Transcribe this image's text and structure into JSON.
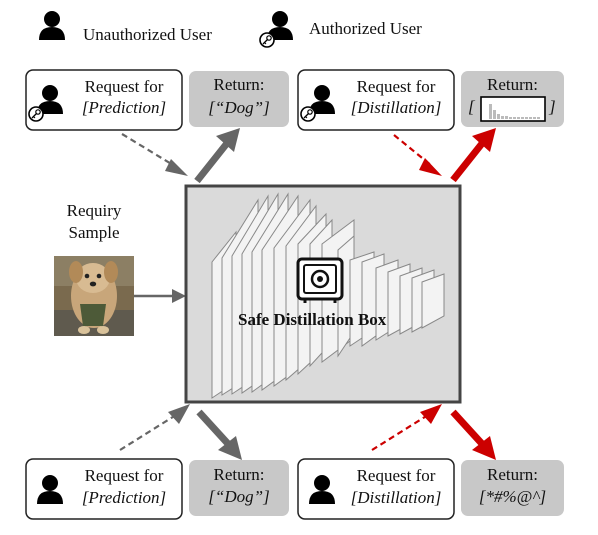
{
  "legend": {
    "unauthorized_label": "Unauthorized User",
    "authorized_label": "Authorized User"
  },
  "sample": {
    "label_line1": "Requiry",
    "label_line2": "Sample"
  },
  "box": {
    "title": "Safe Distillation Box"
  },
  "panels": {
    "top_left": {
      "request_line1": "Request for",
      "request_line2": "[Prediction]",
      "return_head": "Return:",
      "return_value": "[“Dog”]"
    },
    "top_right": {
      "request_line1": "Request for",
      "request_line2": "[Distillation]",
      "return_head": "Return:",
      "return_open": "[",
      "return_close": "]"
    },
    "bottom_left": {
      "request_line1": "Request for",
      "request_line2": "[Prediction]",
      "return_head": "Return:",
      "return_value": "[“Dog”]"
    },
    "bottom_right": {
      "request_line1": "Request for",
      "request_line2": "[Distillation]",
      "return_head": "Return:",
      "return_value": "[*#%@^]"
    }
  },
  "colors": {
    "gray_arrow": "#666666",
    "red_arrow": "#cc0000",
    "return_fill": "#c8c8c8",
    "box_fill": "#dadada"
  }
}
